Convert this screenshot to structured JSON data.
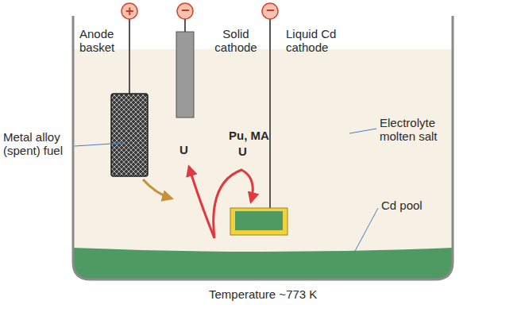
{
  "diagram": {
    "labels": [
      "+",
      "−",
      "−",
      "Anode basket",
      "Solid cathode",
      "Liquid Cd cathode",
      "Metal alloy (spent) fuel",
      "U",
      "Pu, MA",
      "U",
      "Electrolyte molten salt",
      "Cd pool",
      "Temperature ~773 K"
    ]
  }
}
